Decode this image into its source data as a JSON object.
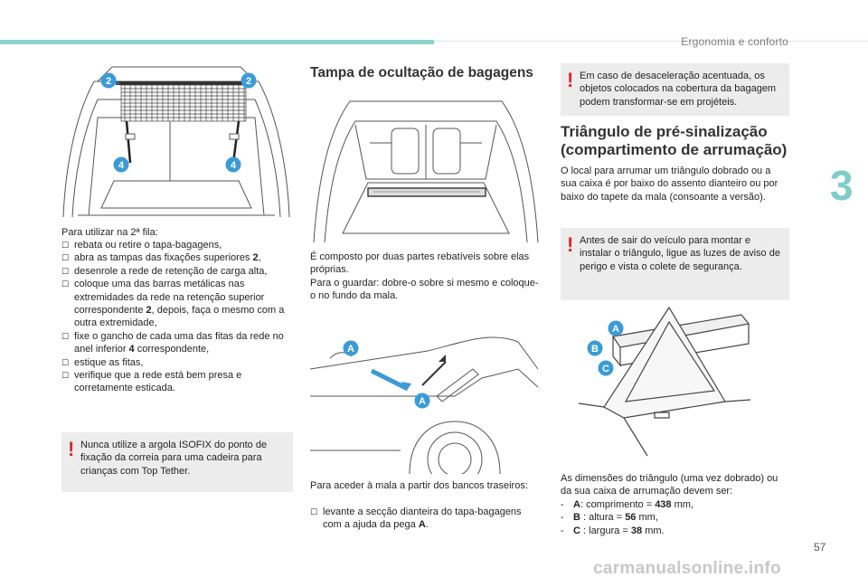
{
  "header": {
    "section": "Ergonomia e conforto"
  },
  "chapter": "3",
  "page_number": "57",
  "watermark": "carmanualsonline.info",
  "left": {
    "image_labels": {
      "a": "2",
      "b": "2",
      "c": "4",
      "d": "4"
    },
    "intro": "Para utilizar na 2ª fila:",
    "steps": [
      {
        "pre": "rebata ou retire o tapa-bagagens,",
        "bold": "",
        "post": ""
      },
      {
        "pre": "abra as tampas das fixações superiores ",
        "bold": "2",
        "post": ","
      },
      {
        "pre": "desenrole a rede de retenção de carga alta,",
        "bold": "",
        "post": ""
      },
      {
        "pre": "coloque uma das barras metálicas nas extremidades da rede na retenção superior correspondente ",
        "bold": "2",
        "post": ", depois, faça o mesmo com a outra extremidade,"
      },
      {
        "pre": "fixe o gancho de cada uma das fitas da rede no anel inferior ",
        "bold": "4",
        "post": " correspondente,"
      },
      {
        "pre": "estique as fitas,",
        "bold": "",
        "post": ""
      },
      {
        "pre": "verifique que a rede está bem presa e corretamente esticada.",
        "bold": "",
        "post": ""
      }
    ],
    "warning": "Nunca utilize a argola ISOFIX do ponto de fixação da correia para uma cadeira para crianças com Top Tether."
  },
  "middle": {
    "title": "Tampa de ocultação de bagagens",
    "para1": "É composto por duas partes rebatíveis sobre elas próprias.",
    "para2": "Para o guardar: dobre-o sobre si mesmo e coloque-o no fundo da mala.",
    "image_labels": {
      "a1": "A",
      "a2": "A"
    },
    "para3": "Para aceder à mala a partir dos bancos traseiros:",
    "step_pre": "levante a secção dianteira do tapa-bagagens com a ajuda da pega ",
    "step_bold": "A",
    "step_post": "."
  },
  "right": {
    "warning1": "Em caso de desaceleração acentuada, os objetos colocados na cobertura da bagagem podem transformar-se em projéteis.",
    "title_line1": "Triângulo de pré-sinalização",
    "title_line2": "(compartimento de arrumação)",
    "para1": "O local para arrumar um triângulo dobrado ou a sua caixa é por baixo do assento dianteiro ou por baixo do tapete da mala (consoante a versão).",
    "warning2": "Antes de sair do veículo para montar e instalar o triângulo, ligue as luzes de aviso de perigo e vista o colete de segurança.",
    "image_labels": {
      "a": "A",
      "b": "B",
      "c": "C"
    },
    "dims_intro": "As dimensões do triângulo (uma vez dobrado) ou da sua caixa de arrumação devem ser:",
    "dims": [
      {
        "key": "A",
        "pre": ": comprimento = ",
        "val": "438",
        "unit": " mm,"
      },
      {
        "key": "B",
        "pre": " : altura = ",
        "val": "56",
        "unit": " mm,"
      },
      {
        "key": "C",
        "pre": " : largura = ",
        "val": "38",
        "unit": " mm."
      }
    ]
  },
  "colors": {
    "accent": "#8fd3cf",
    "badge": "#3a9bd6",
    "warning_bg": "#ececec",
    "warning_mark": "#e0242b"
  }
}
